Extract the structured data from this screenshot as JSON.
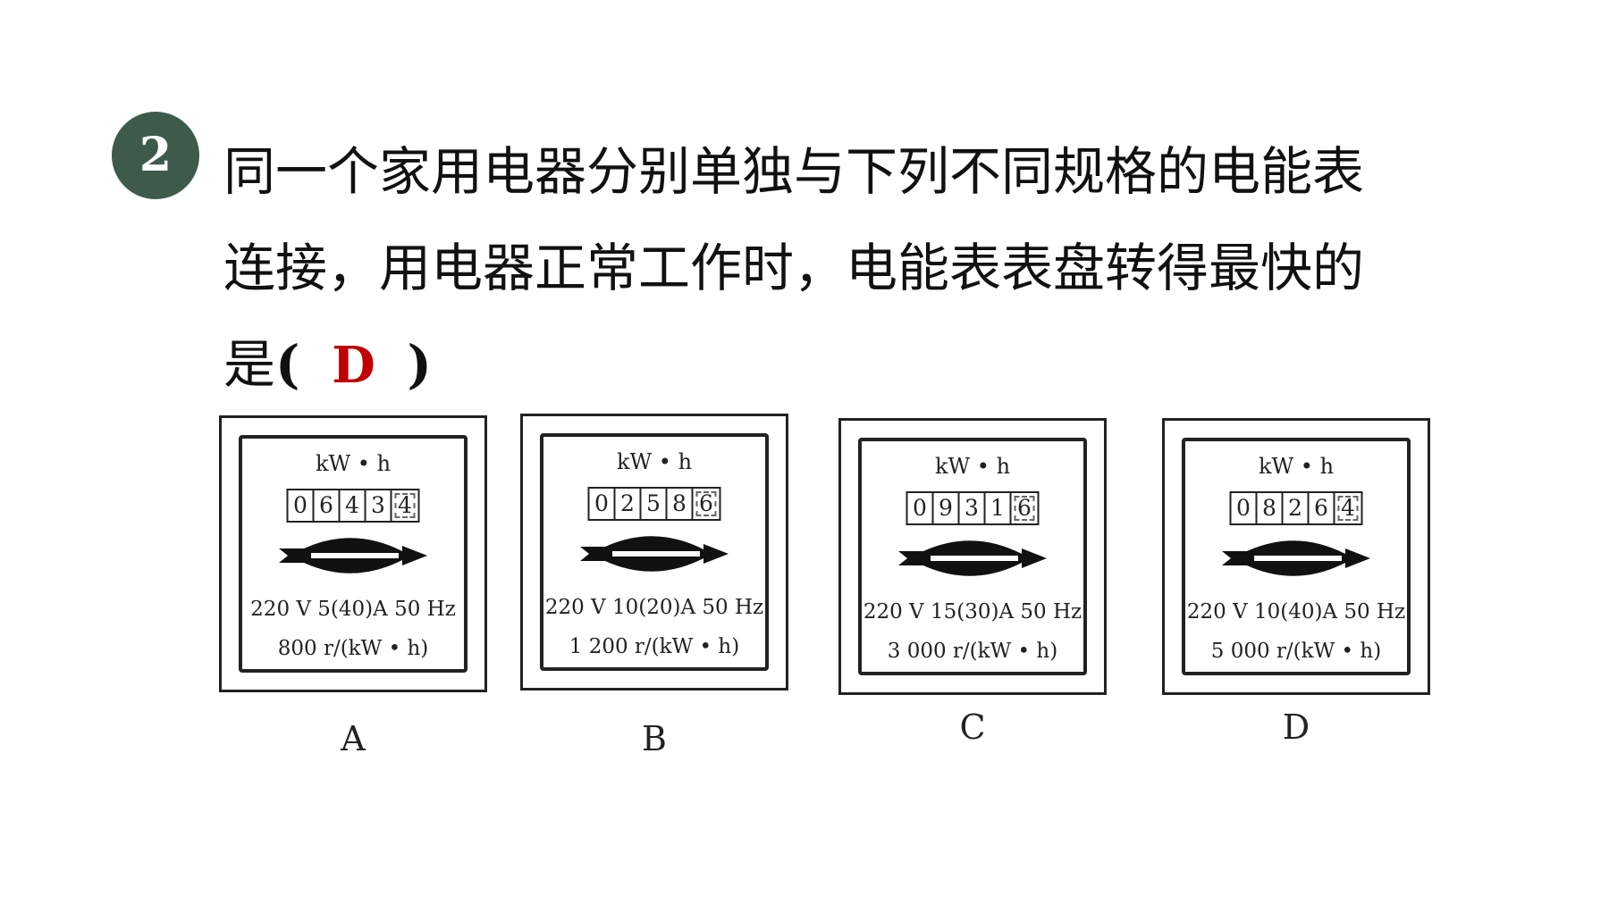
{
  "question": {
    "number": "2",
    "line1": "同一个家用电器分别单独与下列不同规格的电能表",
    "line2": "连接，用电器正常工作时，电能表表盘转得最快的",
    "line3_prefix": "是",
    "open_paren": "(",
    "answer": "D",
    "close_paren": ")"
  },
  "meters": [
    {
      "label": "A",
      "unit": "kW • h",
      "digits": [
        "0",
        "6",
        "4",
        "3",
        "4"
      ],
      "spec": "220 V   5(40)A  50 Hz",
      "rate": "800 r/(kW • h)"
    },
    {
      "label": "B",
      "unit": "kW • h",
      "digits": [
        "0",
        "2",
        "5",
        "8",
        "6"
      ],
      "spec": "220 V  10(20)A  50 Hz",
      "rate": "1 200 r/(kW • h)"
    },
    {
      "label": "C",
      "unit": "kW • h",
      "digits": [
        "0",
        "9",
        "3",
        "1",
        "6"
      ],
      "spec": "220 V  15(30)A  50 Hz",
      "rate": "3 000 r/(kW • h)"
    },
    {
      "label": "D",
      "unit": "kW • h",
      "digits": [
        "0",
        "8",
        "2",
        "6",
        "4"
      ],
      "spec": "220 V  10(40)A  50 Hz",
      "rate": "5 000 r/(kW • h)"
    }
  ],
  "colors": {
    "badge": "#3d5a4b",
    "answer": "#c00000"
  }
}
